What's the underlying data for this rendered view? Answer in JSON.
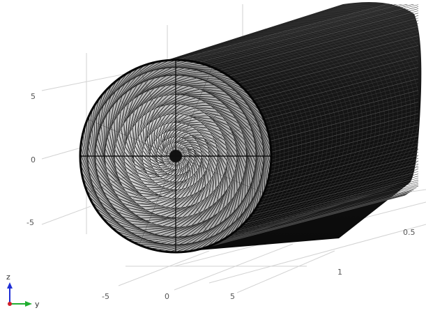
{
  "view": {
    "z_tick_labels": [
      "5",
      "0",
      "-5"
    ],
    "y_tick_labels": [
      "-5",
      "0",
      "5"
    ],
    "x_tick_labels": [
      "0.5",
      "1"
    ],
    "triad": {
      "z_label": "z",
      "y_label": "y"
    },
    "colors": {
      "mesh_dark": "#141414",
      "face_fill": "#b4b4b4",
      "grid_line": "#d2d2d2",
      "label": "#555555",
      "triad_z": "#1f2fd6",
      "triad_y": "#1fae2f",
      "triad_x": "#d0202a"
    }
  }
}
